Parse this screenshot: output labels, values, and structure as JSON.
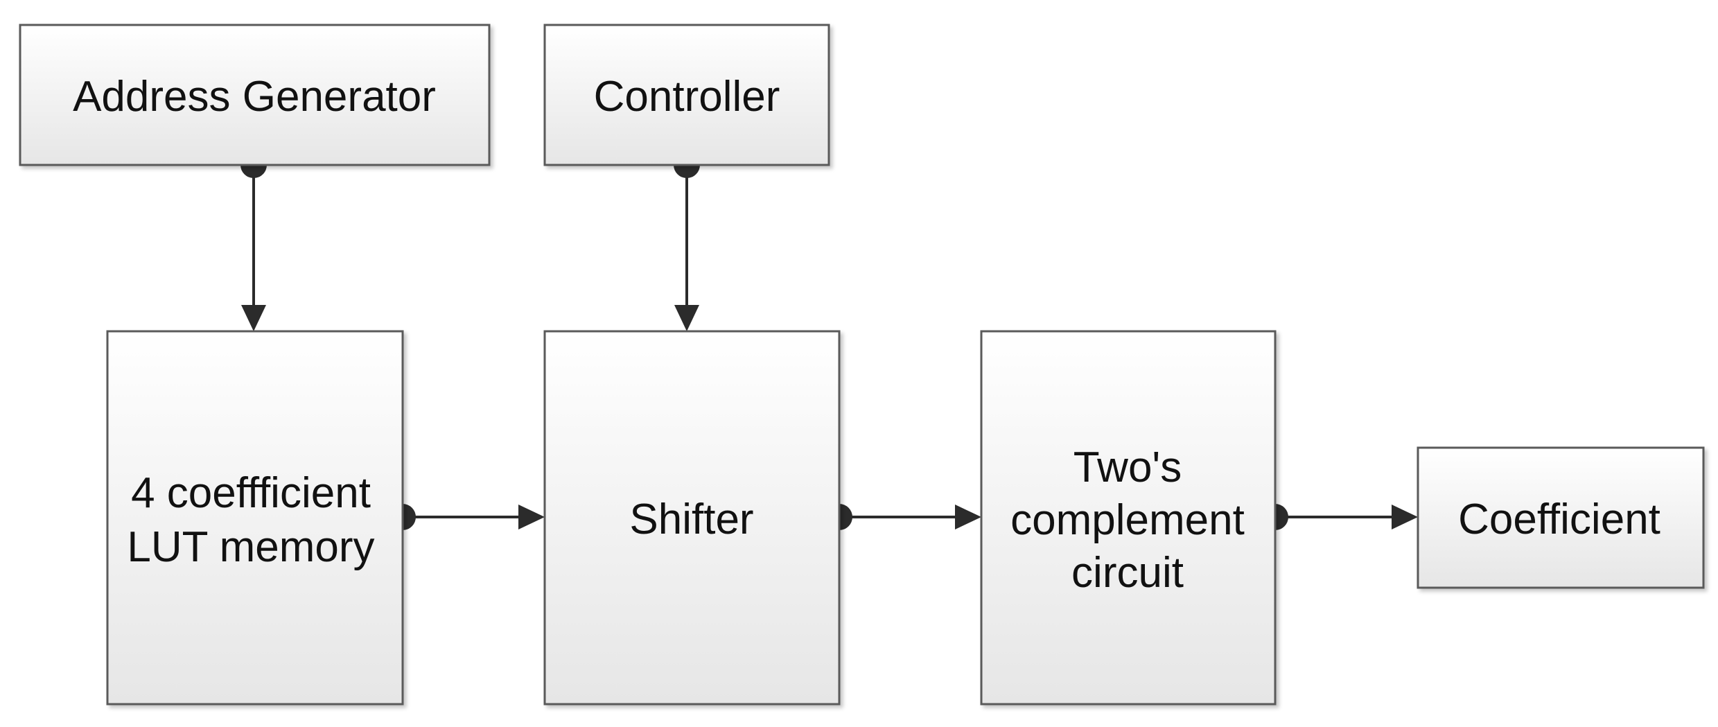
{
  "diagram": {
    "blocks": {
      "address_generator": {
        "lines": [
          "Address Generator"
        ]
      },
      "controller": {
        "lines": [
          "Controller"
        ]
      },
      "lut_memory": {
        "lines": [
          "4 coeffficient",
          "LUT memory"
        ]
      },
      "shifter": {
        "lines": [
          "Shifter"
        ]
      },
      "twos_complement": {
        "lines": [
          "Two's",
          "complement",
          "circuit"
        ]
      },
      "coefficient": {
        "lines": [
          "Coefficient"
        ]
      }
    },
    "connections": [
      {
        "from": "address_generator",
        "to": "lut_memory"
      },
      {
        "from": "controller",
        "to": "shifter"
      },
      {
        "from": "lut_memory",
        "to": "shifter"
      },
      {
        "from": "shifter",
        "to": "twos_complement"
      },
      {
        "from": "twos_complement",
        "to": "coefficient"
      }
    ],
    "colors": {
      "block_fill_top": "#ffffff",
      "block_fill_bottom": "#e6e6e6",
      "block_stroke": "#5a5a5a",
      "connector": "#2b2b2b",
      "text": "#111111"
    }
  }
}
